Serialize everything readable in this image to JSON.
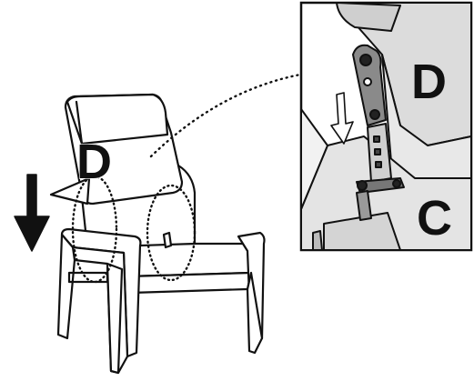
{
  "diagram": {
    "labels": {
      "backrest_part": "D",
      "detail_upper_part": "D",
      "detail_lower_part": "C"
    },
    "arrows": {
      "push_direction": "down",
      "detail_direction": "down"
    },
    "colors": {
      "line": "#111111",
      "background": "#ffffff",
      "detail_fill": "#dcdcdc",
      "detail_dark": "#555555",
      "arrow_fill": "#111111"
    }
  }
}
